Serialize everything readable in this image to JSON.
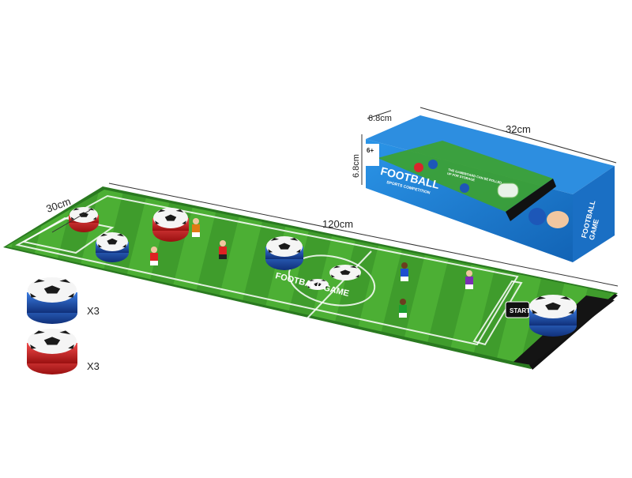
{
  "dimensions": {
    "mat_width": "30cm",
    "mat_length": "120cm",
    "box_width": "6.8cm",
    "box_height": "6.8cm",
    "box_length": "32cm"
  },
  "pieces": {
    "blue_count": "X3",
    "red_count": "X3"
  },
  "mat": {
    "center_text": "FOOTBALL GAME",
    "start_label": "START"
  },
  "box": {
    "title": "FOOTBALL",
    "subtitle": "SPORTS COMPETITION",
    "side_title": "FOOTBALL GAME",
    "age": "6+",
    "note": "THE GAMEBOARD CAN BE ROLLED UP FOR STORAGE"
  },
  "colors": {
    "grass_dark": "#3c9a2e",
    "grass_light": "#5cbf3a",
    "box_blue": "#1e7fd6",
    "puck_red": "#d8262c",
    "puck_blue": "#1d57b8"
  }
}
